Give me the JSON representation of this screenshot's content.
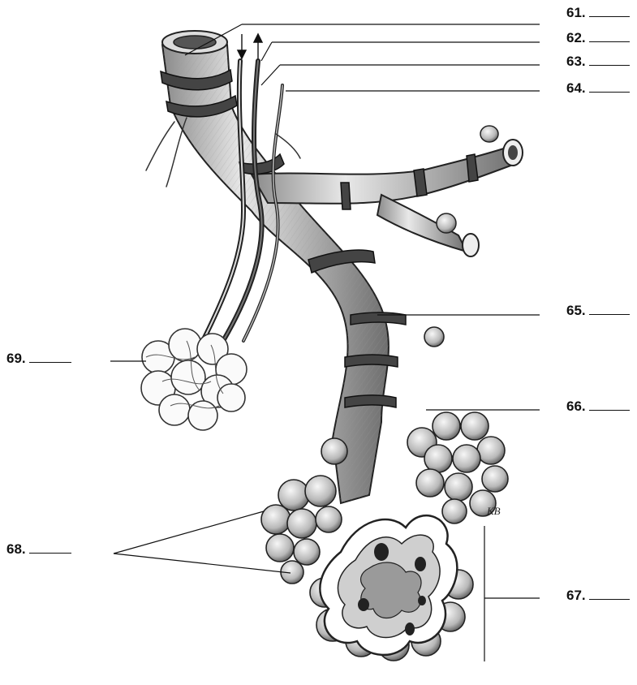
{
  "diagram": {
    "labels": [
      {
        "id": "61",
        "text": "61."
      },
      {
        "id": "62",
        "text": "62."
      },
      {
        "id": "63",
        "text": "63."
      },
      {
        "id": "64",
        "text": "64."
      },
      {
        "id": "65",
        "text": "65."
      },
      {
        "id": "66",
        "text": "66."
      },
      {
        "id": "67",
        "text": "67."
      },
      {
        "id": "68",
        "text": "68."
      },
      {
        "id": "69",
        "text": "69."
      }
    ],
    "signature": "KB"
  }
}
